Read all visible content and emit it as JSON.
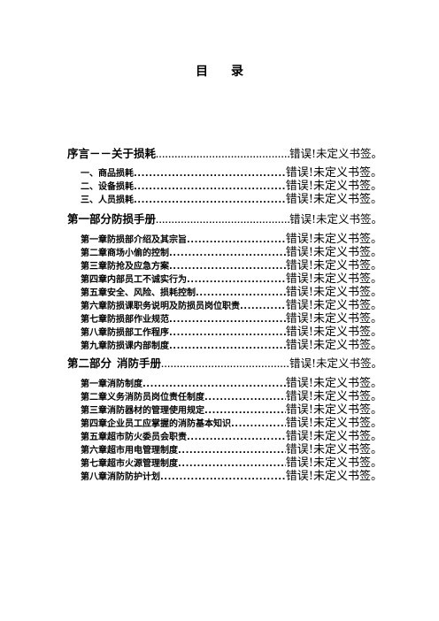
{
  "title": [
    "目",
    "录"
  ],
  "err_text": "错误!未定义书签。",
  "preface": {
    "name": "序言－－关于损耗"
  },
  "preface_items": [
    {
      "name": "一、商品损耗"
    },
    {
      "name": "二、设备损耗"
    },
    {
      "name": "三、人员损耗"
    }
  ],
  "part1": {
    "label": "第一部分",
    "name": "防损手册"
  },
  "part1_chapters": [
    {
      "label": "第一章",
      "name": "防损部介绍及其宗旨"
    },
    {
      "label": "第二章",
      "name": "商场小偷的控制"
    },
    {
      "label": "第三章",
      "name": "防抢及应急方案"
    },
    {
      "label": "第四章",
      "name": "内部员工不诚实行为"
    },
    {
      "label": "第五章",
      "name": "安全、风险、损耗控制"
    },
    {
      "label": "第六章",
      "name": "防损课职务说明及防损员岗位职责"
    },
    {
      "label": "第七章",
      "name": "防损部作业规范"
    },
    {
      "label": "第八章",
      "name": "防损部工作程序"
    },
    {
      "label": "第九章",
      "name": "防损课内部制度"
    }
  ],
  "part2": {
    "label": "第二部分",
    "name": "消防手册"
  },
  "part2_chapters": [
    {
      "label": "第一章",
      "name": "消防制度"
    },
    {
      "label": "第二章",
      "name": "义务消防员岗位责任制度"
    },
    {
      "label": "第三章",
      "name": "消防器材的管理使用规定"
    },
    {
      "label": "第四章",
      "name": "企业员工应掌握的消防基本知识"
    },
    {
      "label": "第五章",
      "name": "超市防火委员会职责"
    },
    {
      "label": "第六章",
      "name": "超市用电管理制度"
    },
    {
      "label": "第七章",
      "name": "超市火源管理制度"
    },
    {
      "label": "第八章",
      "name": "消防防护计划"
    }
  ]
}
